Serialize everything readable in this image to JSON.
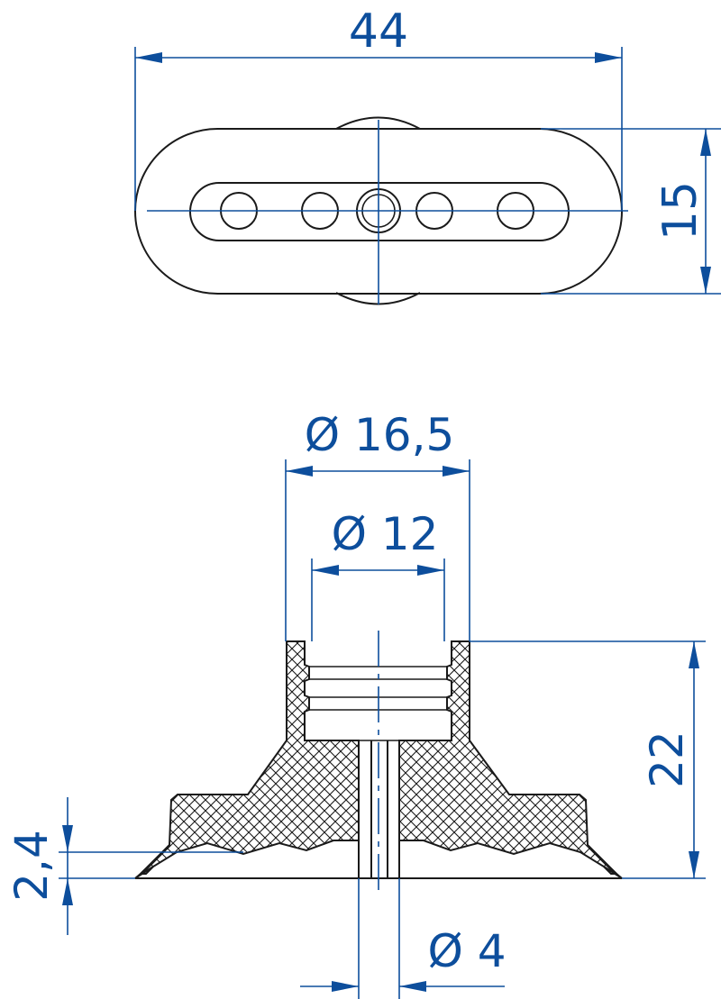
{
  "drawing": {
    "colors": {
      "dimension": "#0d4e9c",
      "outline": "#1a1a1a",
      "background": "#ffffff"
    },
    "top_view": {
      "dim_length": "44",
      "dim_width": "15",
      "hole_count": 5
    },
    "section_view": {
      "dim_outer_diameter": "Ø 16,5",
      "dim_inner_diameter": "Ø 12",
      "dim_height": "22",
      "dim_lip": "2,4",
      "dim_bore": "Ø 4"
    }
  }
}
